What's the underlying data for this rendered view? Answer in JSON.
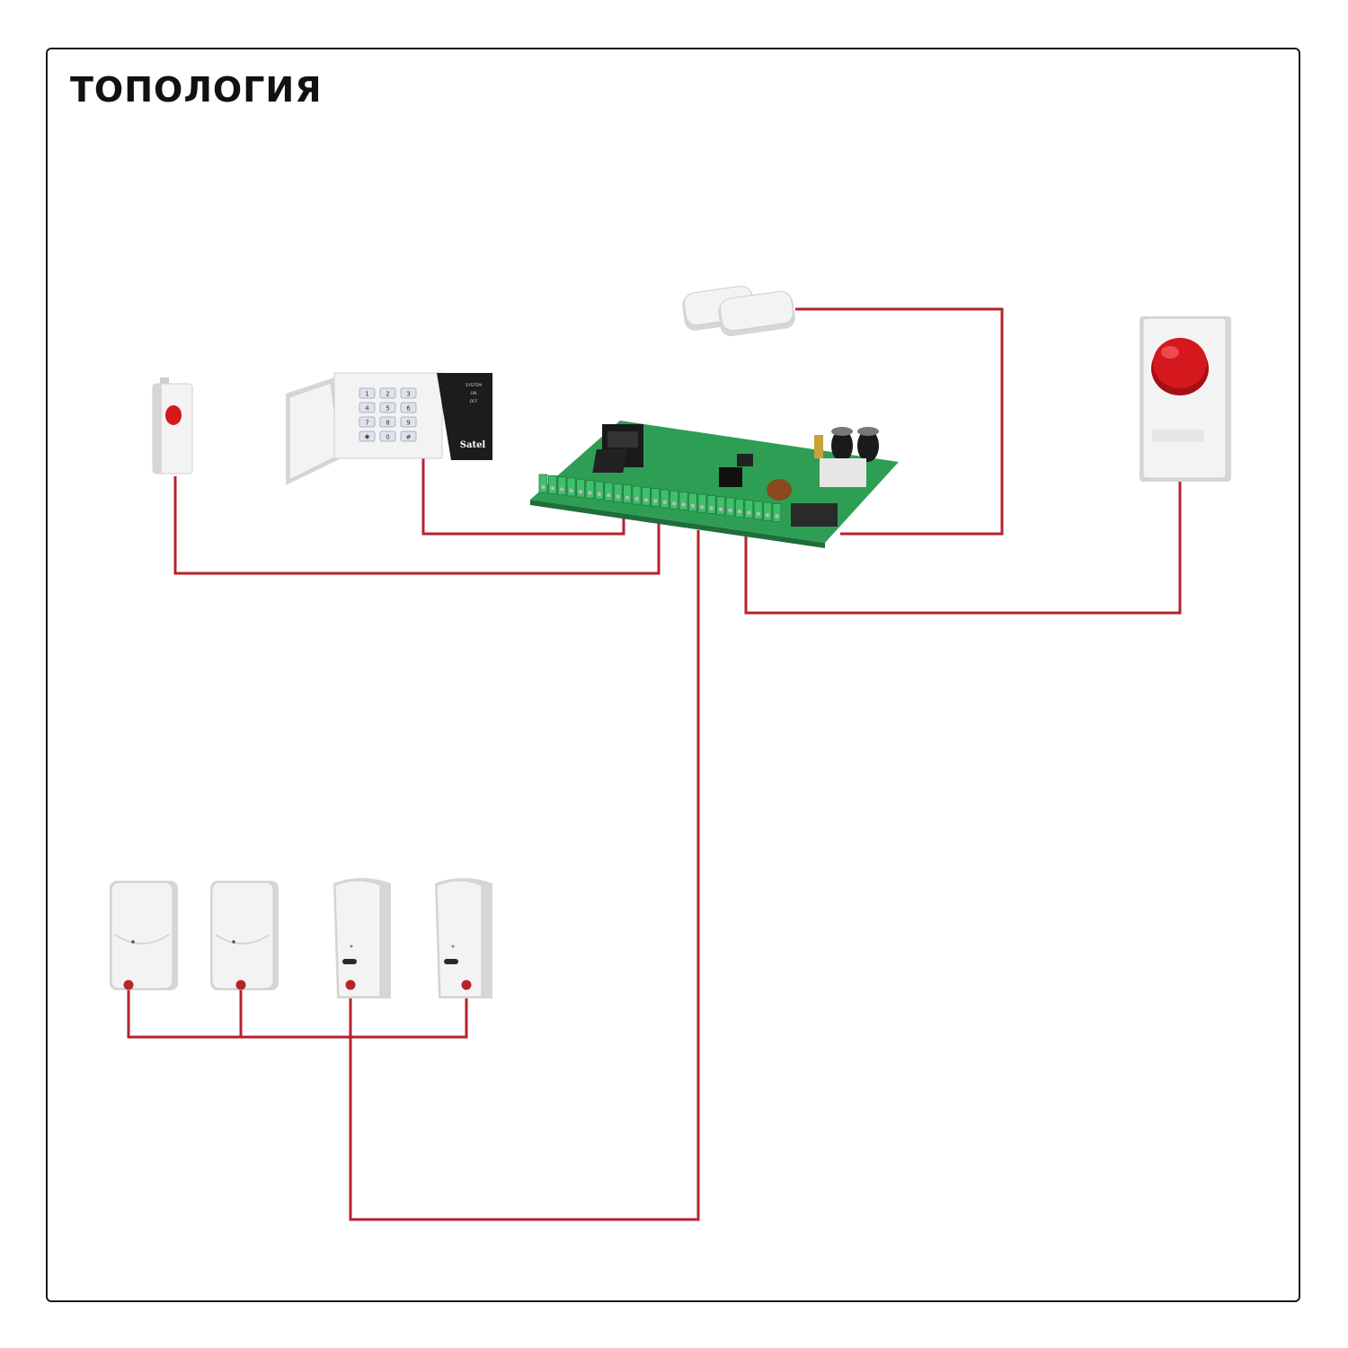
{
  "title": "ТОПОЛОГИЯ",
  "colors": {
    "wire": "#b5232c",
    "device_body": "#f3f3f3",
    "device_shadow": "#d6d6d6",
    "pcb": "#2f9e55",
    "siren_lamp": "#d4181e",
    "keypad_panel": "#1c1c1c"
  },
  "devices": [
    {
      "id": "panic-button",
      "kind": "remote panic button"
    },
    {
      "id": "keypad",
      "kind": "keypad",
      "keys": [
        "1",
        "2",
        "3",
        "4",
        "5",
        "6",
        "7",
        "8",
        "9",
        "✱",
        "0",
        "#"
      ],
      "status": [
        "SYSTEM",
        "ON",
        "OFF"
      ],
      "brand": "Satel"
    },
    {
      "id": "control-panel",
      "kind": "control board"
    },
    {
      "id": "magnetic-contact",
      "kind": "magnetic contact"
    },
    {
      "id": "siren",
      "kind": "siren"
    },
    {
      "id": "pir-1",
      "kind": "motion detector"
    },
    {
      "id": "pir-2",
      "kind": "motion detector"
    },
    {
      "id": "pir-3",
      "kind": "motion detector"
    },
    {
      "id": "pir-4",
      "kind": "motion detector"
    }
  ]
}
